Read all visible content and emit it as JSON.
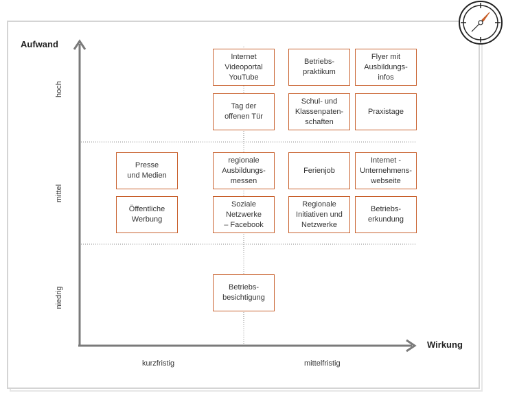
{
  "diagram": {
    "y_axis_title": "Aufwand",
    "x_axis_title": "Wirkung",
    "y_levels": [
      "hoch",
      "mittel",
      "niedrig"
    ],
    "x_levels": [
      "kurzfristig",
      "mittelfristig"
    ],
    "boxes": [
      {
        "id": "internet-videoportal",
        "text": "Internet\nVideoportal\nYouTube"
      },
      {
        "id": "betriebspraktikum",
        "text": "Betriebs-\npraktikum"
      },
      {
        "id": "flyer",
        "text": "Flyer mit\nAusbildungs-\ninfos"
      },
      {
        "id": "tag-der-offenen-tuer",
        "text": "Tag der\noffenen Tür"
      },
      {
        "id": "schul-klassenpatenschaften",
        "text": "Schul- und\nKlassenpaten-\nschaften"
      },
      {
        "id": "praxistage",
        "text": "Praxistage"
      },
      {
        "id": "presse-medien",
        "text": "Presse\nund Medien"
      },
      {
        "id": "regionale-ausbildungsmessen",
        "text": "regionale\nAusbildungs-\nmessen"
      },
      {
        "id": "ferienjob",
        "text": "Ferienjob"
      },
      {
        "id": "internet-unternehmenswebseite",
        "text": "Internet -\nUnternehmens-\nwebseite"
      },
      {
        "id": "oeffentliche-werbung",
        "text": "Öffentliche\nWerbung"
      },
      {
        "id": "soziale-netzwerke",
        "text": "Soziale\nNetzwerke\n– Facebook"
      },
      {
        "id": "regionale-initiativen",
        "text": "Regionale\nInitiativen und\nNetzwerke"
      },
      {
        "id": "betriebserkundung",
        "text": "Betriebs-\nerkundung"
      },
      {
        "id": "betriebsbesichtigung",
        "text": "Betriebs-\nbesichtigung"
      }
    ]
  },
  "colors": {
    "box_border": "#c8602c",
    "axis": "#7a7a7a",
    "accent": "#c8602c"
  },
  "icons": {
    "corner": "compass-icon"
  }
}
